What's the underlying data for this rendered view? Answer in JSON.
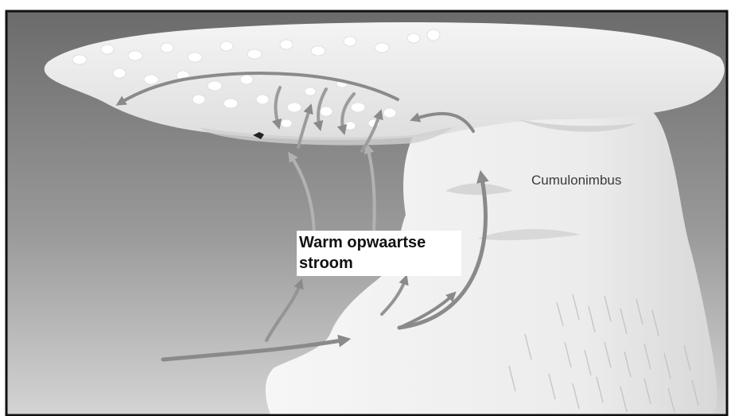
{
  "diagram": {
    "cloud_label": "Cumulonimbus",
    "updraft_label": {
      "line1": "Warm opwaartse",
      "line2": "stroom"
    }
  },
  "colors": {
    "frame": "#111111",
    "sky_top": "#6e6e6e",
    "sky_bottom": "#d2d2d2",
    "cloud": "#efefef",
    "cloud_shadow": "#cfcfcf",
    "arrow": "#8a8a8a"
  }
}
